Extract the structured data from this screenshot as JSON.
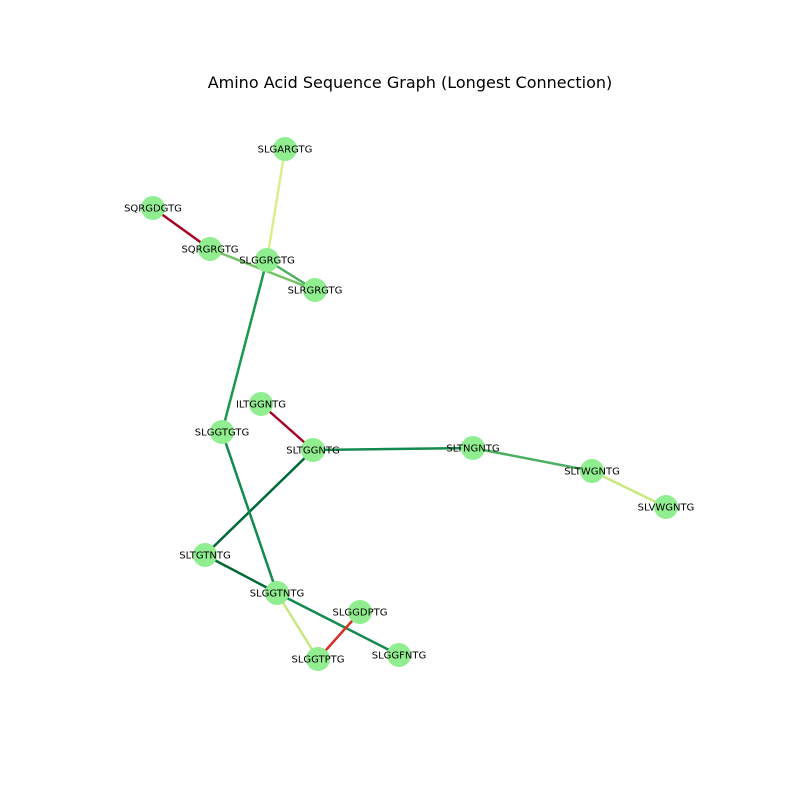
{
  "title": "Amino Acid Sequence Graph (Longest Connection)",
  "node_color": "#90ee90",
  "nodes": [
    "SLGARGTG",
    "SQRGDGTG",
    "SQRGRGTG",
    "SLGGRGTG",
    "SLRGRGTG",
    "ILTGGNTG",
    "SLGGTGTG",
    "SLTGGNTG",
    "SLTNGNTG",
    "SLTWGNTG",
    "SLVWGNTG",
    "SLTGTNTG",
    "SLGGTNTG",
    "SLGGDPTG",
    "SLGGTPTG",
    "SLGGFNTG"
  ],
  "edges": [
    {
      "source": "SQRGDGTG",
      "target": "SQRGRGTG",
      "color": "#a50026"
    },
    {
      "source": "SQRGRGTG",
      "target": "SLRGRGTG",
      "color": "#74c365"
    },
    {
      "source": "SLGGRGTG",
      "target": "SLRGRGTG",
      "color": "#4daf62"
    },
    {
      "source": "SLGARGTG",
      "target": "SLGGRGTG",
      "color": "#d9ef8b"
    },
    {
      "source": "SLGGRGTG",
      "target": "SLGGTGTG",
      "color": "#1a9850"
    },
    {
      "source": "ILTGGNTG",
      "target": "SLTGGNTG",
      "color": "#a50026"
    },
    {
      "source": "SLTGGNTG",
      "target": "SLTNGNTG",
      "color": "#138a4e"
    },
    {
      "source": "SLTNGNTG",
      "target": "SLTWGNTG",
      "color": "#4daf62"
    },
    {
      "source": "SLTWGNTG",
      "target": "SLVWGNTG",
      "color": "#c7e77f"
    },
    {
      "source": "SLTGGNTG",
      "target": "SLTGTNTG",
      "color": "#006837"
    },
    {
      "source": "SLGGTGTG",
      "target": "SLGGTNTG",
      "color": "#138a4e"
    },
    {
      "source": "SLTGTNTG",
      "target": "SLGGTNTG",
      "color": "#006837"
    },
    {
      "source": "SLGGTNTG",
      "target": "SLGGFNTG",
      "color": "#138a4e"
    },
    {
      "source": "SLGGTNTG",
      "target": "SLGGTPTG",
      "color": "#c7e77f"
    },
    {
      "source": "SLGGDPTG",
      "target": "SLGGTPTG",
      "color": "#d62f27"
    }
  ]
}
